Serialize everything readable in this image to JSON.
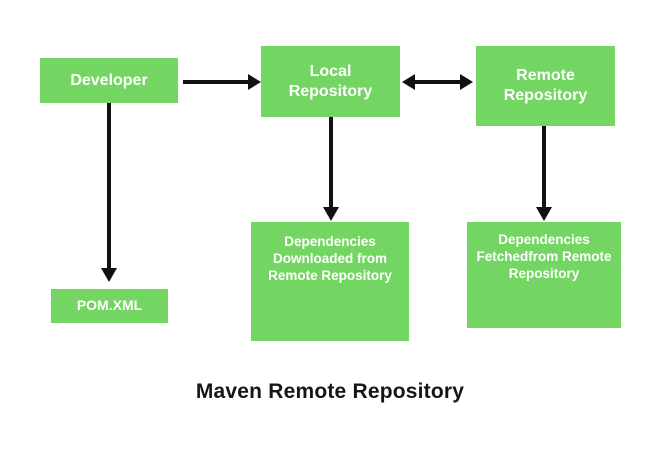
{
  "diagram": {
    "caption": "Maven Remote Repository",
    "colors": {
      "node_fill": "#74d662",
      "node_text": "#ffffff",
      "connector": "#111111",
      "background": "#ffffff",
      "caption_text": "#161616"
    },
    "nodes": [
      {
        "id": "developer",
        "label": "Developer"
      },
      {
        "id": "local_repository",
        "label": "Local\nRepository"
      },
      {
        "id": "remote_repository",
        "label": "Remote\nRepository"
      },
      {
        "id": "pom_xml",
        "label": "POM.XML"
      },
      {
        "id": "deps_local",
        "label": "Dependencies\nDownloaded from\nRemote Repository"
      },
      {
        "id": "deps_remote",
        "label": "Dependencies\nFetchedfrom Remote\nRepository"
      }
    ],
    "connectors": [
      {
        "id": "dev_to_local",
        "from": "developer",
        "to": "local_repository",
        "direction": "right"
      },
      {
        "id": "local_remote",
        "from": "local_repository",
        "to": "remote_repository",
        "direction": "bidirectional"
      },
      {
        "id": "dev_to_pom",
        "from": "developer",
        "to": "pom_xml",
        "direction": "down"
      },
      {
        "id": "local_to_deps",
        "from": "local_repository",
        "to": "deps_local",
        "direction": "down"
      },
      {
        "id": "remote_to_deps",
        "from": "remote_repository",
        "to": "deps_remote",
        "direction": "down"
      }
    ]
  }
}
